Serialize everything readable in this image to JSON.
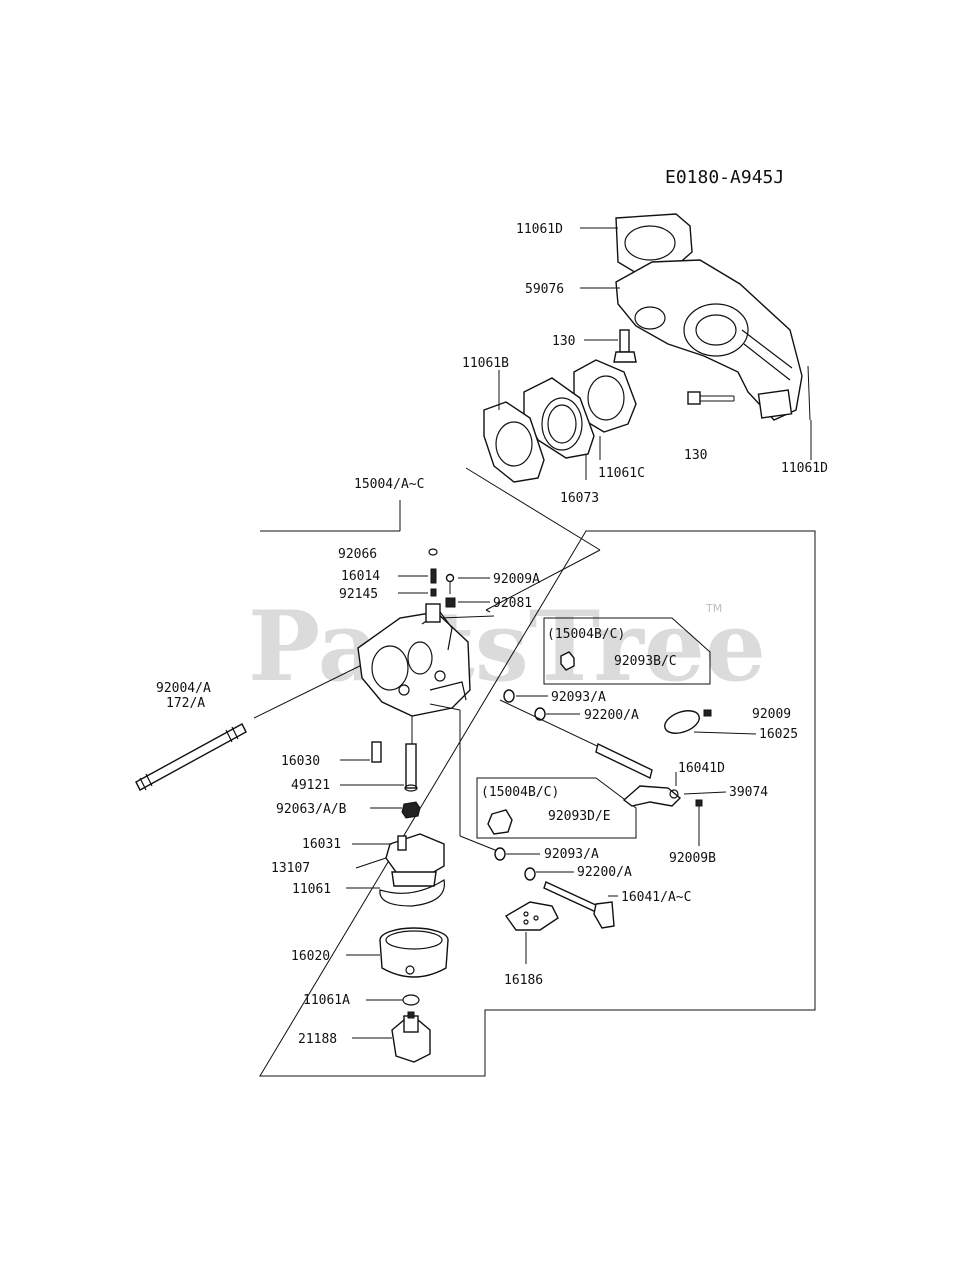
{
  "diagram": {
    "code": "E0180-A945J",
    "watermark": "PartsTree",
    "trademark": "TM",
    "callouts": {
      "c11061D_top": "11061D",
      "c59076": "59076",
      "c130_bolt": "130",
      "c11061B": "11061B",
      "c11061C": "11061C",
      "c16073": "16073",
      "c130_right": "130",
      "c11061D_right": "11061D",
      "c15004": "15004/A~C",
      "c92066": "92066",
      "c16014": "16014",
      "c92145": "92145",
      "c92009A": "92009A",
      "c92081": "92081",
      "c15004BC_1": "(15004B/C)",
      "c92093BC": "92093B/C",
      "c92004": "92004/A",
      "c172": "172/A",
      "c92093A_1": "92093/A",
      "c92200A_1": "92200/A",
      "c92009": "92009",
      "c16025": "16025",
      "c16041D": "16041D",
      "c39074": "39074",
      "c92009B": "92009B",
      "c16030": "16030",
      "c49121": "49121",
      "c92063": "92063/A/B",
      "c15004BC_2": "(15004B/C)",
      "c92093DE": "92093D/E",
      "c16031": "16031",
      "c13107": "13107",
      "c11061": "11061",
      "c92093A_2": "92093/A",
      "c92200A_2": "92200/A",
      "c16041AC": "16041/A~C",
      "c16186": "16186",
      "c16020": "16020",
      "c11061A": "11061A",
      "c21188": "21188"
    }
  }
}
